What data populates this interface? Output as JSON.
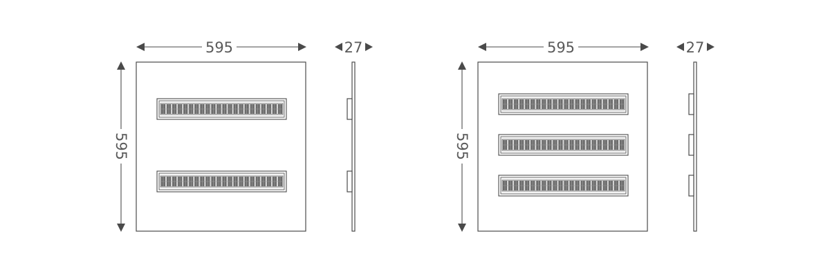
{
  "diagrams": [
    {
      "id": "two-strip",
      "width_label": "595",
      "height_label": "595",
      "depth_label": "27",
      "strip_count": 2
    },
    {
      "id": "three-strip",
      "width_label": "595",
      "height_label": "595",
      "depth_label": "27",
      "strip_count": 3
    }
  ],
  "colors": {
    "line": "#4a4a4a",
    "text": "#5a5a5a",
    "louver_dark": "#6b6b6b",
    "louver_light": "#d8d8d8"
  }
}
